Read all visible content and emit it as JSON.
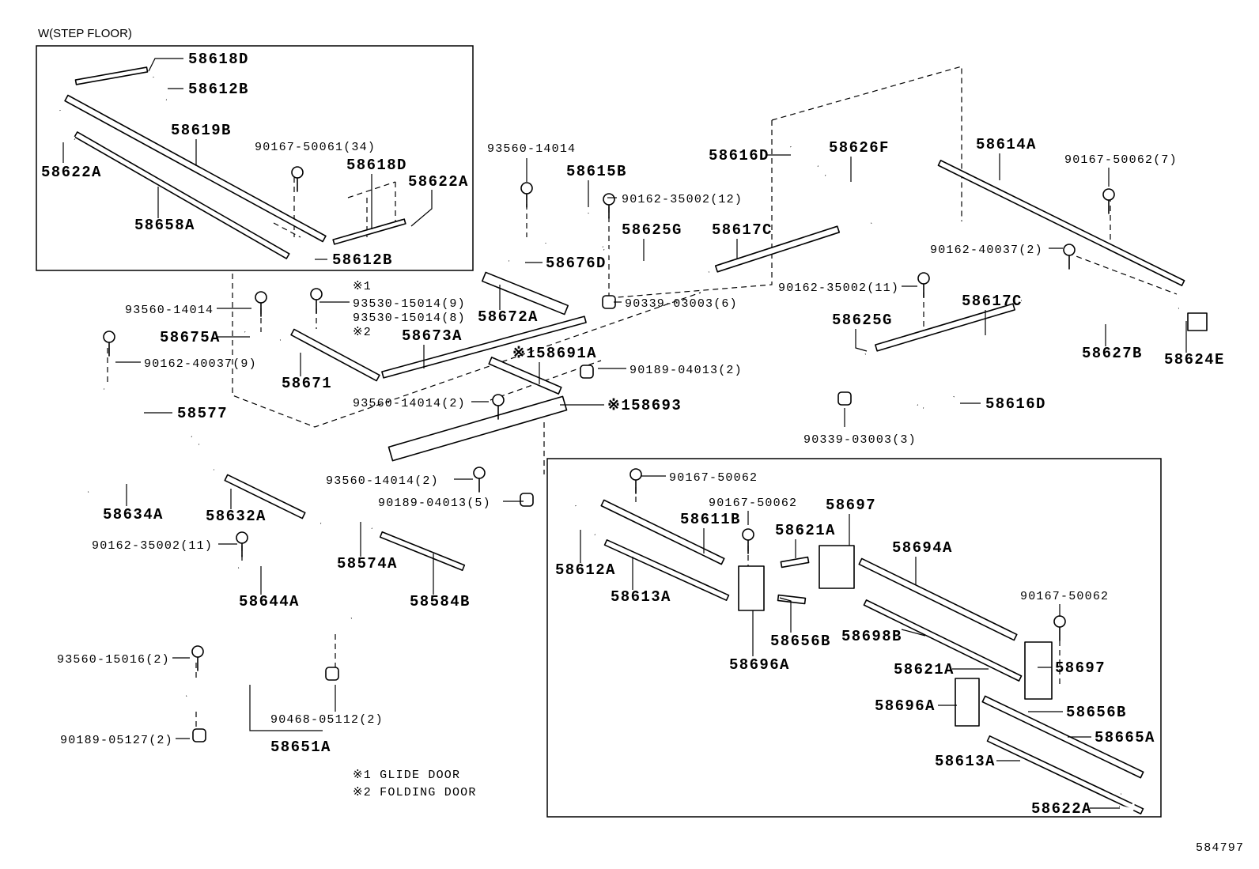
{
  "diagram": {
    "title": "W(STEP FLOOR)",
    "figure_number": "584797",
    "footnotes": [
      "※1 GLIDE DOOR",
      "※2 FOLDING DOOR"
    ],
    "labels": [
      "58618D",
      "58612B",
      "58619B",
      "90167-50061(34)",
      "58618D",
      "58622A",
      "58622A",
      "58658A",
      "58612B",
      "93560-14014",
      "58615B",
      "90162-35002(12)",
      "58616D",
      "58626F",
      "58614A",
      "90167-50062(7)",
      "58625G",
      "58617C",
      "58676D",
      "90162-40037(2)",
      "90162-35002(11)",
      "58617C",
      "90339-03003(6)",
      "※1",
      "93530-15014(9)",
      "93530-15014(8)",
      "※2",
      "93560-14014",
      "58672A",
      "58675A",
      "58673A",
      "※158691A",
      "90162-40037(9)",
      "90189-04013(2)",
      "58671",
      "58625G",
      "58627B",
      "58624E",
      "93560-14014(2)",
      "※158693",
      "58616D",
      "90339-03003(3)",
      "58577",
      "93560-14014(2)",
      "90167-50062",
      "90189-04013(5)",
      "58634A",
      "58632A",
      "90167-50062",
      "58697",
      "58611B",
      "58621A",
      "90162-35002(11)",
      "58694A",
      "58574A",
      "58612A",
      "58613A",
      "58644A",
      "58584B",
      "90167-50062",
      "58656B",
      "58698B",
      "93560-15016(2)",
      "58696A",
      "58621A",
      "58697",
      "58696A",
      "58656B",
      "90468-05112(2)",
      "90189-05127(2)",
      "58665A",
      "58651A",
      "58613A",
      "58622A"
    ]
  }
}
